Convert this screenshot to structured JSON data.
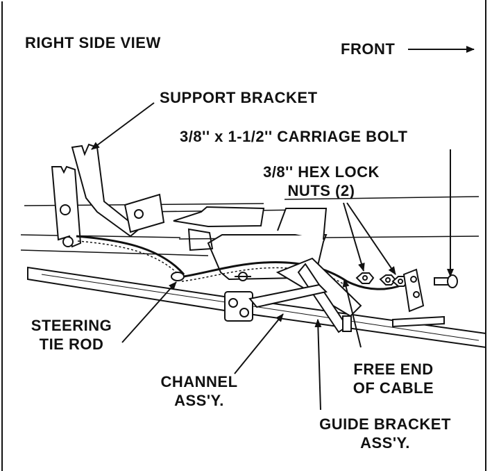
{
  "header": {
    "view_label": "RIGHT SIDE VIEW",
    "front_label": "FRONT"
  },
  "labels": {
    "support_bracket": "SUPPORT BRACKET",
    "carriage_bolt": "3/8'' x 1-1/2'' CARRIAGE BOLT",
    "hex_lock_nuts_line1": "3/8'' HEX LOCK",
    "hex_lock_nuts_line2": "NUTS (2)",
    "steering_tie_rod_line1": "STEERING",
    "steering_tie_rod_line2": "TIE ROD",
    "channel_line1": "CHANNEL",
    "channel_line2": "ASS'Y.",
    "free_end_line1": "FREE END",
    "free_end_line2": "OF CABLE",
    "guide_bracket_line1": "GUIDE BRACKET",
    "guide_bracket_line2": "ASS'Y."
  },
  "colors": {
    "ink": "#111111",
    "paper": "#ffffff"
  }
}
